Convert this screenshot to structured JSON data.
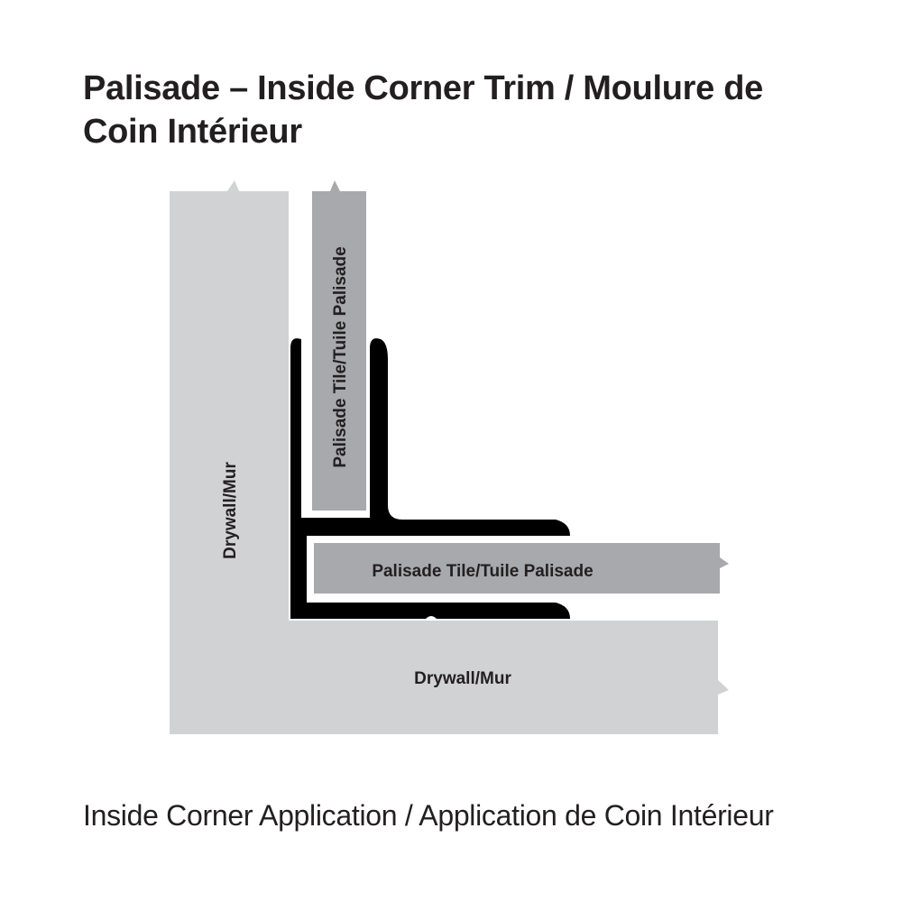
{
  "title": {
    "line1": "Palisade – Inside Corner Trim / Moulure de",
    "line2": "Coin Intérieur"
  },
  "diagram": {
    "drywall_vertical_label": "Drywall/Mur",
    "drywall_horizontal_label": "Drywall/Mur",
    "tile_vertical_label": "Palisade Tile/Tuile Palisade",
    "tile_horizontal_label": "Palisade Tile/Tuile Palisade",
    "colors": {
      "drywall": "#d1d2d4",
      "tile": "#a7a9ac",
      "trim": "#000000",
      "text": "#231f20"
    }
  },
  "caption": "Inside Corner Application / Application de Coin Intérieur"
}
